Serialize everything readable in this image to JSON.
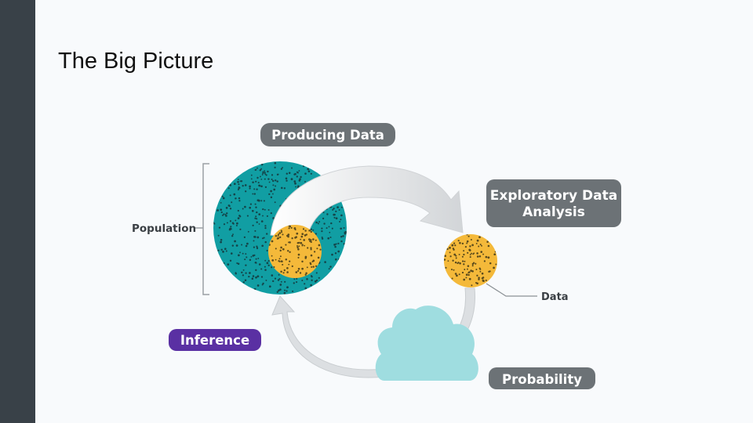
{
  "slide": {
    "title": "The Big Picture"
  },
  "diagram": {
    "producing_data": "Producing Data",
    "exploratory_line1": "Exploratory Data",
    "exploratory_line2": "Analysis",
    "population": "Population",
    "data": "Data",
    "inference": "Inference",
    "probability": "Probability"
  },
  "colors": {
    "sidebar": "#394148",
    "population": "#119ea3",
    "sample": "#f4b93a",
    "pill_gray": "#6c7276",
    "inference_purple": "#5a30a3",
    "cloud": "#9fdde0"
  }
}
